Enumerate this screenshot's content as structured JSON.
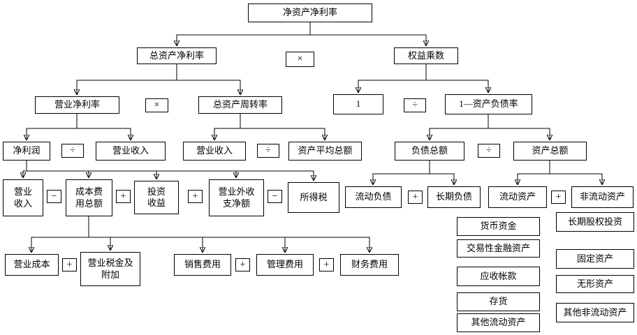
{
  "nodes": {
    "roe": "净资产净利率",
    "roa": "总资产净利率",
    "equity_multiplier": "权益乘数",
    "net_profit_margin": "营业净利率",
    "asset_turnover": "总资产周转率",
    "one": "1",
    "one_minus_debt_ratio": "1—资产负债率",
    "net_profit": "净利润",
    "revenue1": "营业收入",
    "revenue2": "营业收入",
    "avg_total_assets": "资产平均总额",
    "total_liabilities": "负债总额",
    "total_assets": "资产总额",
    "revenue3": "营业\n收入",
    "total_cost_expense": "成本费\n用总额",
    "investment_income": "投资\n收益",
    "non_operating_net": "营业外收\n支净额",
    "income_tax": "所得税",
    "current_liabilities": "流动负债",
    "long_term_liabilities": "长期负债",
    "current_assets": "流动资产",
    "non_current_assets": "非流动资产",
    "operating_cost": "营业成本",
    "business_tax_surcharge": "营业税金及\n附加",
    "selling_expense": "销售费用",
    "admin_expense": "管理费用",
    "financial_expense": "财务费用",
    "cash": "货币资金",
    "trading_financial_assets": "交易性金融资产",
    "accounts_receivable": "应收帐款",
    "inventory": "存货",
    "other_current_assets": "其他流动资产",
    "long_term_equity_investment": "长期股权投资",
    "fixed_assets": "固定资产",
    "intangible_assets": "无形资产",
    "other_non_current_assets": "其他非流动资产"
  },
  "operators": {
    "multiply": "×",
    "divide": "÷",
    "plus": "+",
    "minus": "−"
  }
}
